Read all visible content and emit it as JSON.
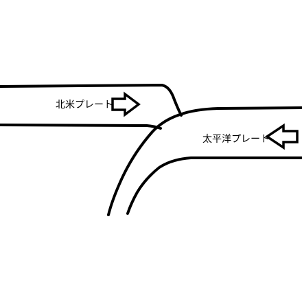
{
  "plates": {
    "north_american": {
      "label": "北米プレート",
      "arrow_direction": "right"
    },
    "pacific": {
      "label": "太平洋プレート",
      "arrow_direction": "left"
    }
  },
  "colors": {
    "line": "#000000",
    "background": "#ffffff"
  }
}
